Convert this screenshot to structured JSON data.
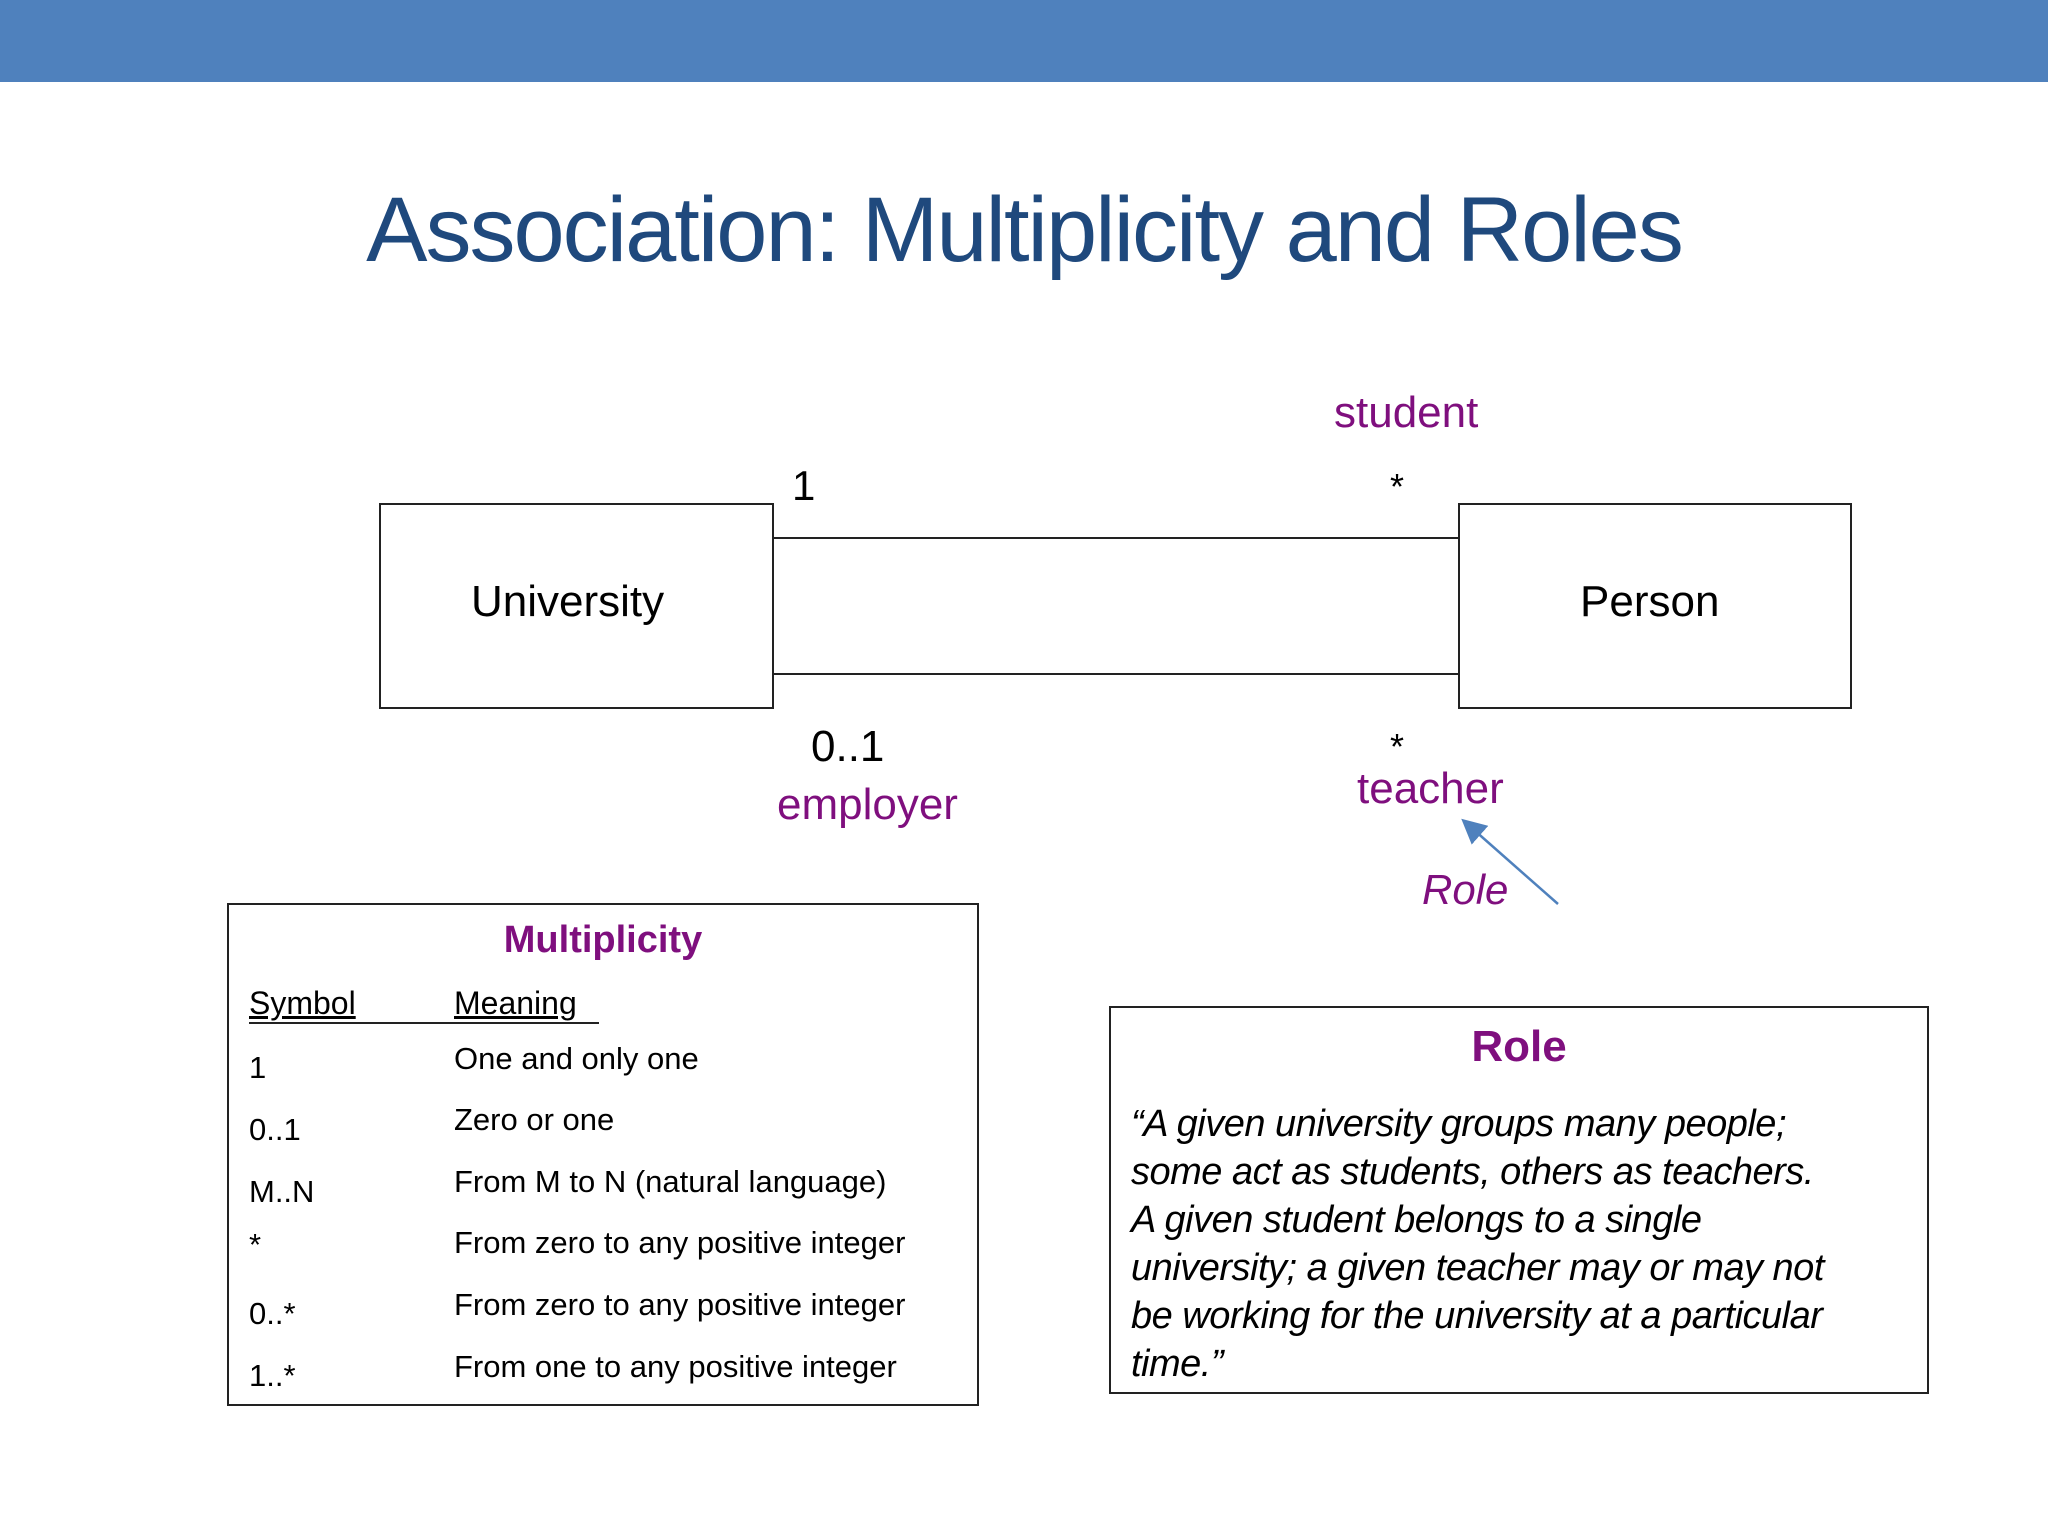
{
  "slide": {
    "title": "Association: Multiplicity and Roles"
  },
  "diagram": {
    "class_left": "University",
    "class_right": "Person",
    "top_assoc": {
      "left_multiplicity": "1",
      "right_multiplicity": "*",
      "right_role": "student"
    },
    "bottom_assoc": {
      "left_multiplicity": "0..1",
      "left_role": "employer",
      "right_multiplicity": "*",
      "right_role": "teacher"
    },
    "role_callout": "Role"
  },
  "multiplicity_table": {
    "title": "Multiplicity",
    "headers": [
      "Symbol",
      "Meaning"
    ],
    "rows": [
      {
        "symbol": "1",
        "meaning": "One and only one"
      },
      {
        "symbol": "0..1",
        "meaning": "Zero or one"
      },
      {
        "symbol": "M..N",
        "meaning": "From M to N (natural language)"
      },
      {
        "symbol": "*",
        "meaning": "From zero to any positive integer"
      },
      {
        "symbol": "0..*",
        "meaning": "From zero to any positive integer"
      },
      {
        "symbol": "1..*",
        "meaning": "From one to any positive integer"
      }
    ]
  },
  "role_box": {
    "title": "Role",
    "lines": [
      "“A given university groups many people;",
      "some act as students, others as teachers.",
      "A given student belongs to a single",
      "university; a given teacher may or may not",
      "be working for the university at a particular",
      "time.”"
    ]
  },
  "colors": {
    "header_bar": "#4f81bd",
    "title": "#1f497d",
    "role_text": "#7f0f7e",
    "arrow": "#4f81bd"
  }
}
